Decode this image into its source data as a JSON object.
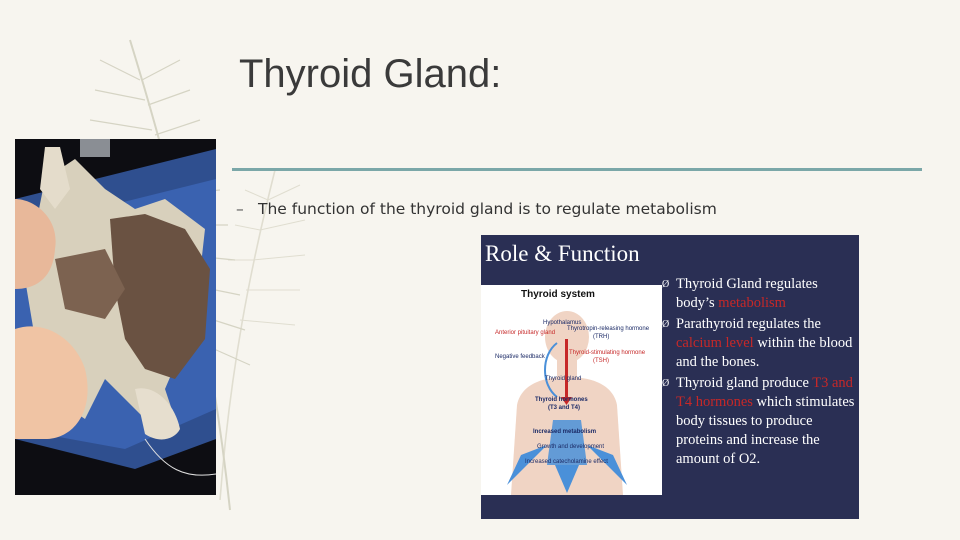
{
  "slide": {
    "title": "Thyroid Gland:",
    "bullets": [
      {
        "marker": "–",
        "text": "The function of the thyroid gland is to regulate metabolism"
      }
    ]
  },
  "inset": {
    "heading": "Role & Function",
    "diagram": {
      "heading": "Thyroid system",
      "labels": {
        "hypothalamus": "Hypothalamus",
        "anterior_pituitary": "Anterior pituitary gland",
        "trh_name": "Thyrotropin-releasing hormone",
        "trh_abbr": "(TRH)",
        "negative_feedback": "Negative feedback",
        "tsh_name": "Thyroid-stimulating hormone",
        "tsh_abbr": "(TSH)",
        "thyroid_gland": "Thyroid gland",
        "thyroid_hormones": "Thyroid hormones",
        "t3_t4": "(T3 and T4)",
        "increased_metabolism": "Increased metabolism",
        "growth": "Growth and development",
        "catecholamine": "Increased catecholamine effect"
      }
    },
    "points": [
      {
        "marker": "Ø",
        "before": "Thyroid Gland regulates body’s ",
        "highlight": "metabolism",
        "after": ""
      },
      {
        "marker": "Ø",
        "before": "Parathyroid regulates the ",
        "highlight": "calcium level",
        "after": " within the blood and the bones."
      },
      {
        "marker": "Ø",
        "before": "Thyroid gland produce ",
        "highlight": "T3 and T4 hormones",
        "after": " which stimulates body tissues to produce proteins and increase the amount of O2."
      }
    ]
  },
  "colors": {
    "background": "#f7f5ef",
    "rule": "#7ba7a8",
    "inset_background": "#2a2f54",
    "highlight": "#c62828"
  }
}
